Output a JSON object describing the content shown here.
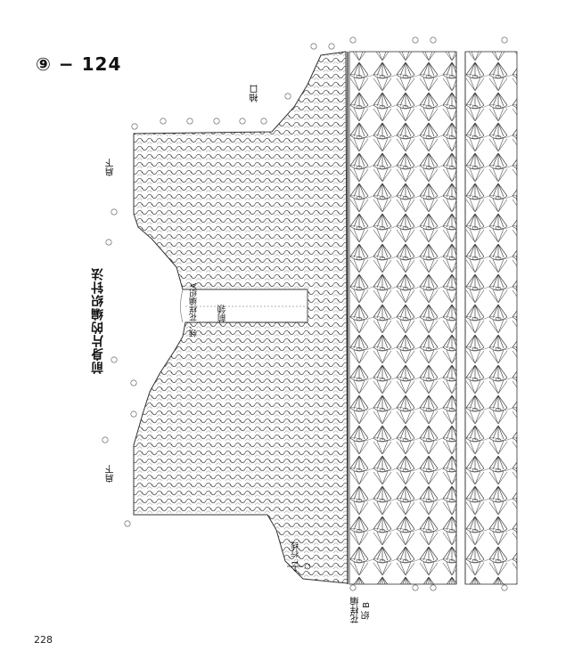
{
  "pattern_id": "⑨ − 124",
  "diagram_title": "前身片的编织针法",
  "page_number": "228",
  "labels": {
    "shoulder_drop_top": "肩下",
    "shoulder_drop_bottom": "肩下",
    "sleeve_opening": "袖口",
    "front_neck": "前领",
    "neck_pattern": "领、花样编织A",
    "pattern_b_line1": "花样编",
    "pattern_b_line2": "织 B",
    "one_row": "←1 行线"
  },
  "colors": {
    "ink": "#333333",
    "faint": "#888888"
  }
}
